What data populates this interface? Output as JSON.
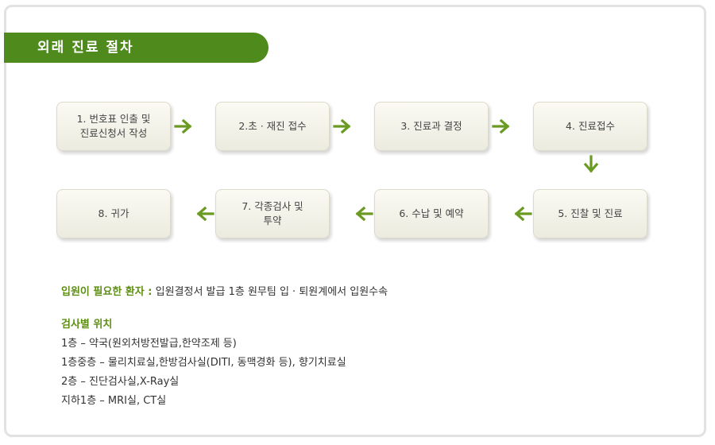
{
  "title": "외래 진료 절차",
  "steps": [
    {
      "label": "1. 번호표 인출 및\n진료신청서 작성"
    },
    {
      "label": "2.초 · 재진 접수"
    },
    {
      "label": "3. 진료과 결정"
    },
    {
      "label": "4. 진료접수"
    },
    {
      "label": "5. 진찰 및 진료"
    },
    {
      "label": "6. 수납 및 예약"
    },
    {
      "label": "7. 각종검사 및\n투약"
    },
    {
      "label": "8. 귀가"
    }
  ],
  "inpatient": {
    "label": "입원이 필요한 환자 :",
    "text": "입원결정서 발급 1층 원무팀 입 · 퇴원계에서 입원수속"
  },
  "locations": {
    "heading": "검사별 위치",
    "lines": [
      "1층 – 약국(원외처방전발급,한약조제 등)",
      "1층중층 – 물리치료실,한방검사실(DITI, 동맥경화 등), 향기치료실",
      "2층 – 진단검사실,X-Ray실",
      "지하1층 – MRI실, CT실"
    ]
  },
  "colors": {
    "accent": "#4f8a1d",
    "arrow": "#6b9a23"
  },
  "icons": {
    "flow_arrow": "arrow-icon"
  }
}
